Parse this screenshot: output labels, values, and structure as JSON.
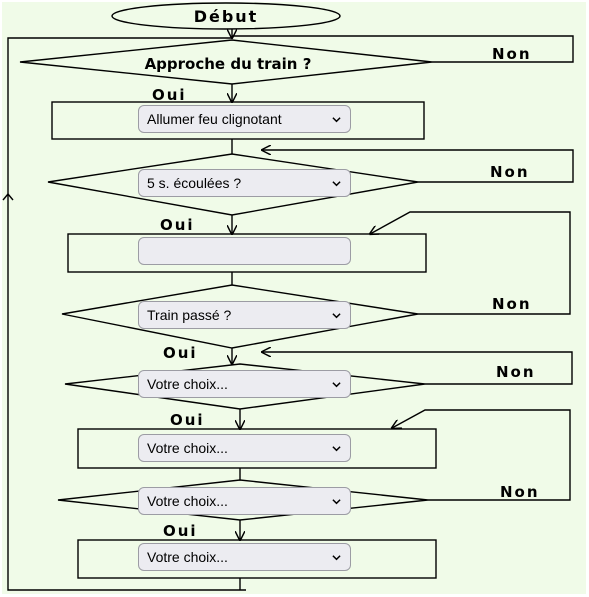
{
  "flowchart": {
    "start_label": "Début",
    "decision_train_approach": "Approche du train ?",
    "yes_label": "Oui",
    "no_label": "Non"
  },
  "selects": [
    {
      "value": "Allumer feu clignotant"
    },
    {
      "value": "5 s. écoulées ?"
    },
    {
      "value": ""
    },
    {
      "value": "Train passé ?"
    },
    {
      "value": "Votre choix..."
    },
    {
      "value": "Votre choix..."
    },
    {
      "value": "Votre choix..."
    },
    {
      "value": "Votre choix..."
    }
  ],
  "colors": {
    "diagram_background": "#f0fbe8",
    "line": "#000000",
    "select_background": "#ececf1"
  },
  "icons": [
    "chevron-down-icon"
  ]
}
